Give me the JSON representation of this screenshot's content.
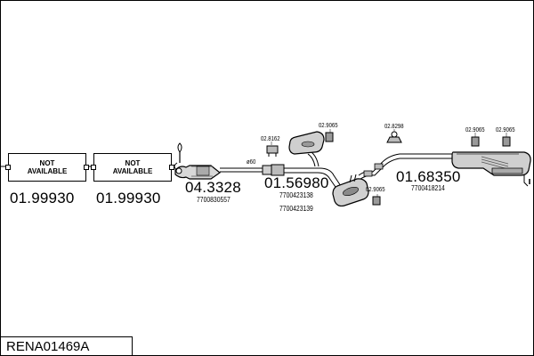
{
  "diagram": {
    "reference": "RENA01469A",
    "not_available_1": "NOT AVAILABLE",
    "not_available_2": "NOT AVAILABLE",
    "part_numbers": {
      "na1": "01.99930",
      "na2": "01.99930",
      "catalyst": "04.3328",
      "middle": "01.56980",
      "rear": "01.68350"
    },
    "oem_numbers": {
      "catalyst": "7700830557",
      "middle_1": "7700423138",
      "middle_2": "7700423139",
      "rear": "7700418214"
    },
    "fittings": {
      "f1": "02.8162",
      "f2": "02.9065",
      "f3": "02.8298",
      "f4": "02.9065",
      "f5": "02.9065",
      "f6": "02.9065",
      "pipe_diameter": "ø60"
    }
  }
}
